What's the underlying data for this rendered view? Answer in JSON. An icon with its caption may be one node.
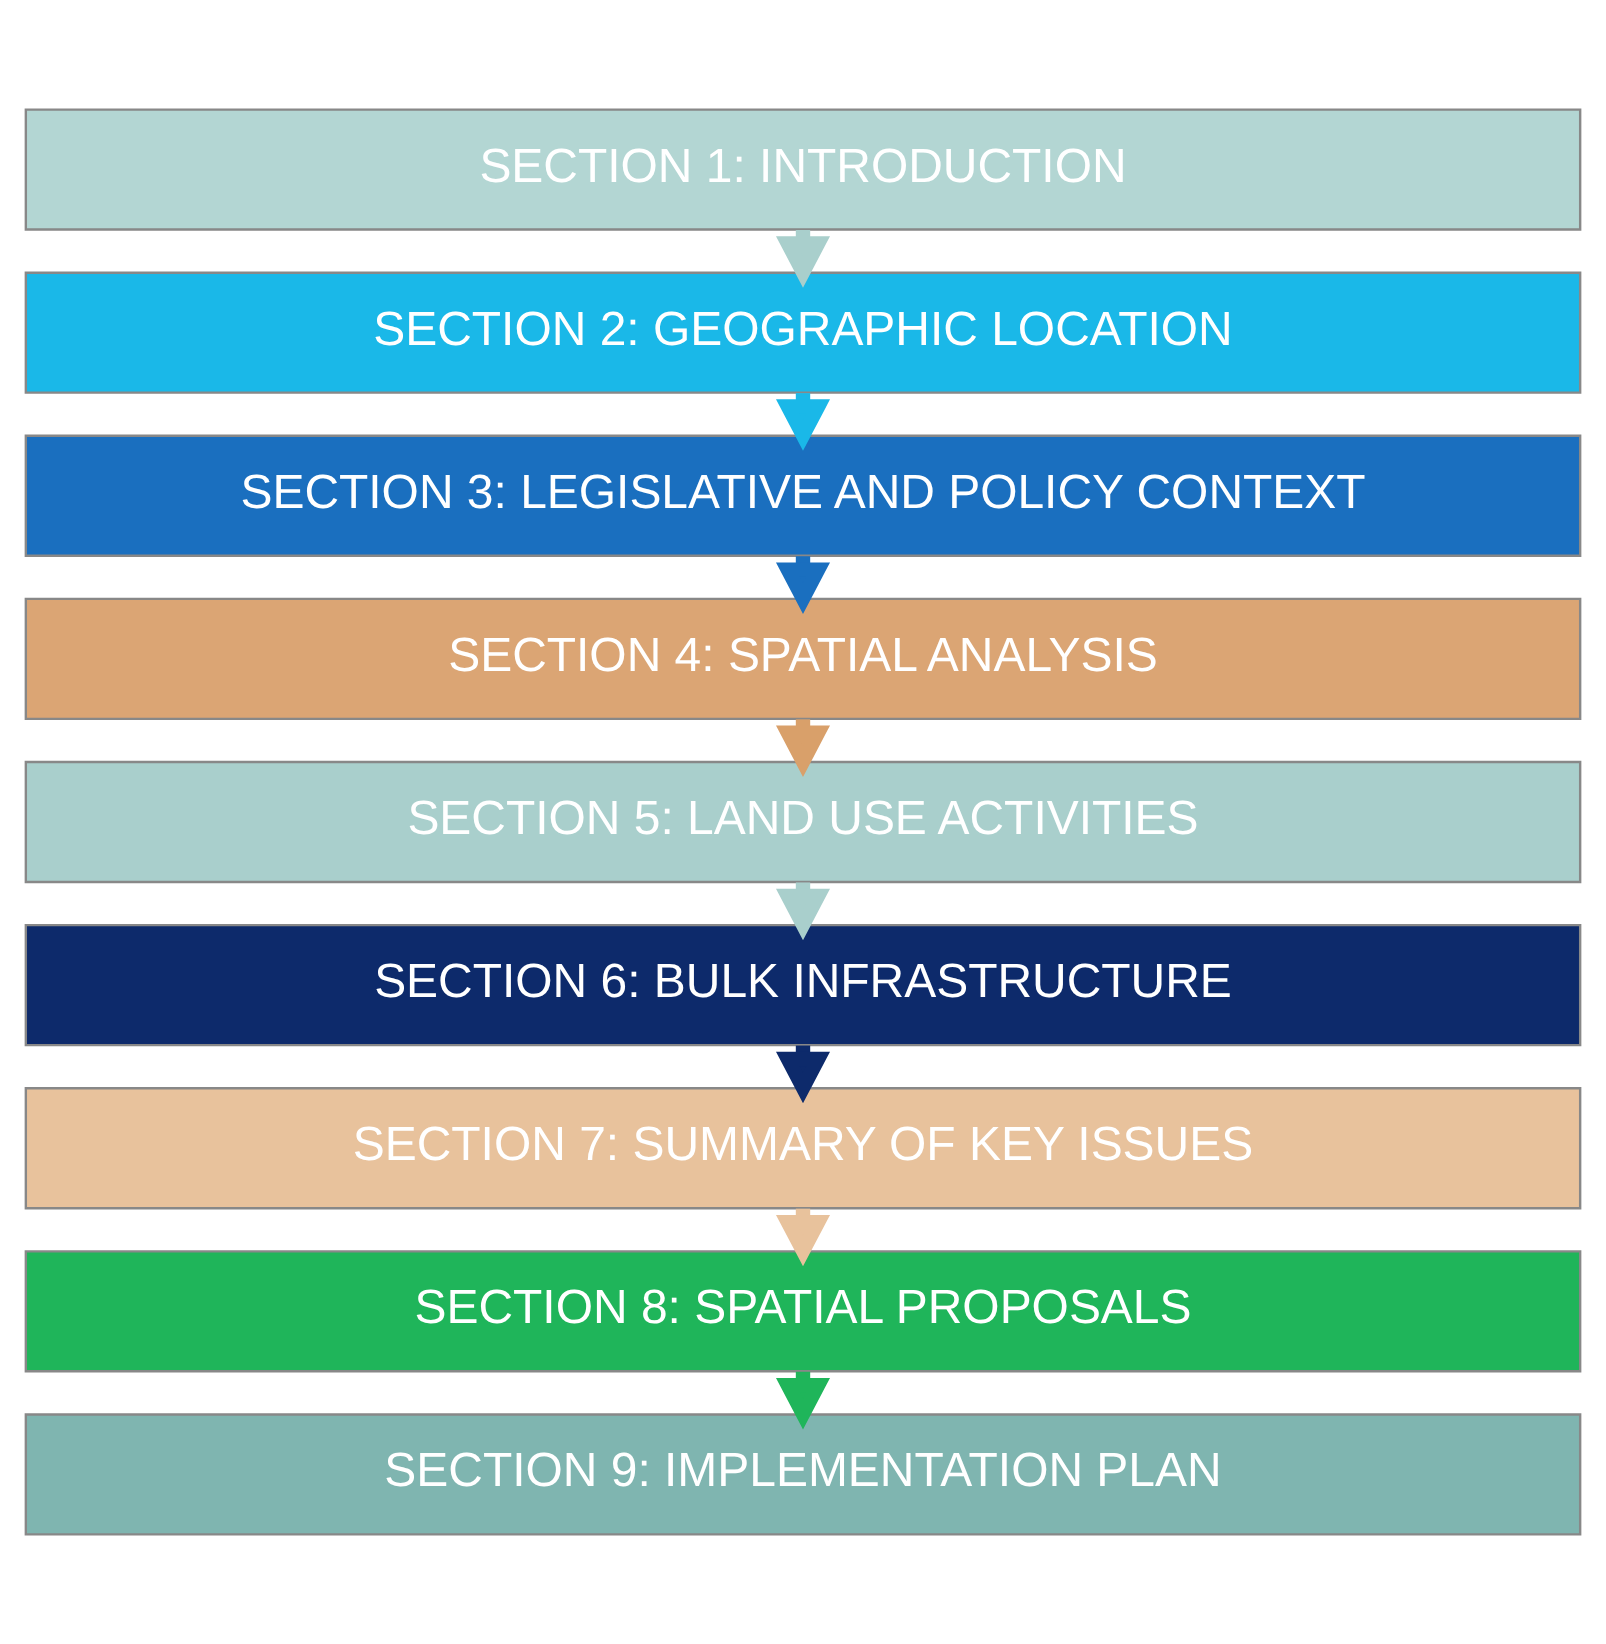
{
  "diagram": {
    "nodes": [
      {
        "text": [
          "SECTION 1: INTRODUCTION"
        ]
      },
      {
        "text": [
          "SECTION 2: GEOGRAPHIC LOCATION"
        ]
      },
      {
        "text": [
          "SECTION 3: LEGISLATIVE AND POLICY CONTEXT"
        ]
      },
      {
        "text": [
          "SECTION 4: SPATIAL ANALYSIS"
        ]
      },
      {
        "text": [
          "SECTION 5: LAND USE ACTIVITIES"
        ]
      },
      {
        "text": [
          "SECTION 6: BULK INFRASTRUCTURE"
        ]
      },
      {
        "text": [
          "SECTION 7: SUMMARY OF KEY ISSUES"
        ]
      },
      {
        "text": [
          "SECTION 8: SPATIAL PROPOSALS"
        ]
      },
      {
        "text": [
          "SECTION 9: IMPLEMENTATION PLAN"
        ]
      }
    ],
    "edges": [
      {
        "from": 0,
        "to": 1,
        "arrow": "to",
        "color": "#a9cfcc"
      },
      {
        "from": 1,
        "to": 2,
        "arrow": "to",
        "color": "#1ab8e8"
      },
      {
        "from": 2,
        "to": 3,
        "arrow": "to",
        "color": "#1a6fbf"
      },
      {
        "from": 3,
        "to": 4,
        "arrow": "to",
        "color": "#d9a06a"
      },
      {
        "from": 4,
        "to": 5,
        "arrow": "to",
        "color": "#a9cfcc"
      },
      {
        "from": 5,
        "to": 6,
        "arrow": "to",
        "color": "#0d2a6b"
      },
      {
        "from": 6,
        "to": 7,
        "arrow": "to",
        "color": "#e8c29c"
      },
      {
        "from": 7,
        "to": 8,
        "arrow": "to",
        "color": "#1fb55a"
      }
    ]
  }
}
